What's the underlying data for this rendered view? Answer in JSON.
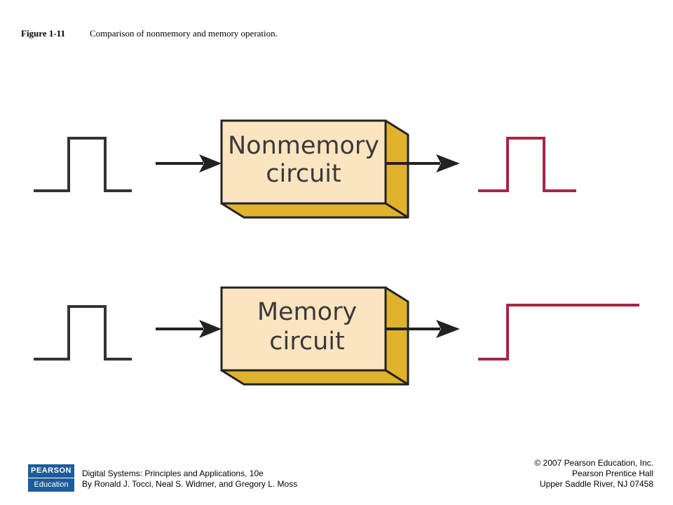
{
  "caption": {
    "figure_number": "Figure 1-11",
    "text": "Comparison of nonmemory and memory operation."
  },
  "diagram": {
    "blocks": [
      {
        "line1": "Nonmemory",
        "line2": "circuit"
      },
      {
        "line1": "Memory",
        "line2": "circuit"
      }
    ],
    "colors": {
      "block_face": "#fbe4c0",
      "block_side": "#e0b22e",
      "outline": "#222222",
      "input_wave": "#333333",
      "output_wave": "#a52645"
    }
  },
  "footer": {
    "publisher_logo": {
      "line1": "PEARSON",
      "line2": "Education",
      "color": "#1c5c9a"
    },
    "book_title": "Digital Systems: Principles and Applications, 10e",
    "authors": "By Ronald J. Tocci, Neal S. Widmer, and Gregory L. Moss",
    "copyright": "© 2007 Pearson Education, Inc.",
    "imprint": "Pearson Prentice Hall",
    "location": "Upper Saddle River, NJ 07458"
  }
}
